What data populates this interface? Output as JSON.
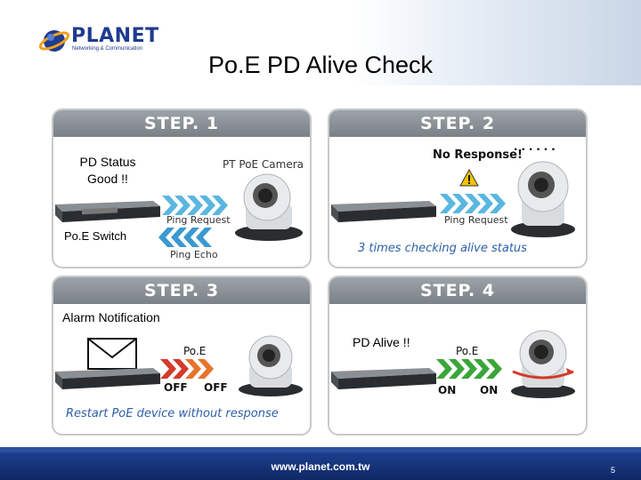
{
  "header": {
    "logo_text": "PLANET",
    "logo_sub": "Networking & Communication",
    "title": "Po.E PD Alive Check"
  },
  "steps": {
    "step1": {
      "title": "STEP. 1",
      "pd_status": "PD Status Good !!",
      "camera_label": "PT PoE Camera",
      "ping_request": "Ping Request",
      "ping_echo": "Ping Echo",
      "switch_label": "Po.E Switch"
    },
    "step2": {
      "title": "STEP. 2",
      "no_response": "No Response!",
      "ping_request": "Ping Request",
      "caption": "3 times checking alive status"
    },
    "step3": {
      "title": "STEP. 3",
      "alarm": "Alarm Notification",
      "poe": "Po.E",
      "off1": "OFF",
      "off2": "OFF",
      "caption": "Restart PoE device without response"
    },
    "step4": {
      "title": "STEP. 4",
      "pd_alive": "PD Alive !!",
      "poe": "Po.E",
      "on1": "ON",
      "on2": "ON"
    }
  },
  "footer": {
    "url": "www.planet.com.tw",
    "page": "5"
  },
  "colors": {
    "brand_blue": "#1f3b8f",
    "arrow_cyan": "#3aa7d6",
    "arrow_red": "#d43a2a",
    "arrow_green": "#3aa63a"
  }
}
